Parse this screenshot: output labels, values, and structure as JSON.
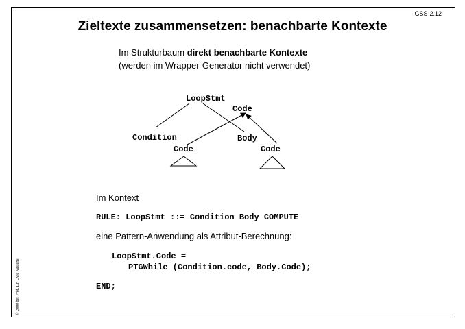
{
  "header": {
    "slide_id": "GSS-2.12",
    "title": "Zieltexte zusammensetzen: benachbarte Kontexte"
  },
  "intro": {
    "line1_prefix": "Im Strukturbaum ",
    "line1_bold": "direkt benachbarte Kontexte",
    "line2": "(werden im Wrapper-Generator nicht verwendet)"
  },
  "tree": {
    "root": "LoopStmt",
    "root_attr": "Code",
    "left_child": "Condition",
    "right_child": "Body",
    "left_attr": "Code",
    "right_attr": "Code"
  },
  "body": {
    "context_label": "Im Kontext",
    "rule_line": "RULE: LoopStmt ::= Condition Body COMPUTE",
    "pattern_label": "eine Pattern-Anwendung als Attribut-Berechnung:",
    "code_line1": "LoopStmt.Code =",
    "code_line2": "PTGWhile (Condition.code, Body.Code);",
    "end_line": "END;"
  },
  "footer": {
    "copyright": "© 2000 bei Prof. Dr. Uwe Kastens"
  }
}
